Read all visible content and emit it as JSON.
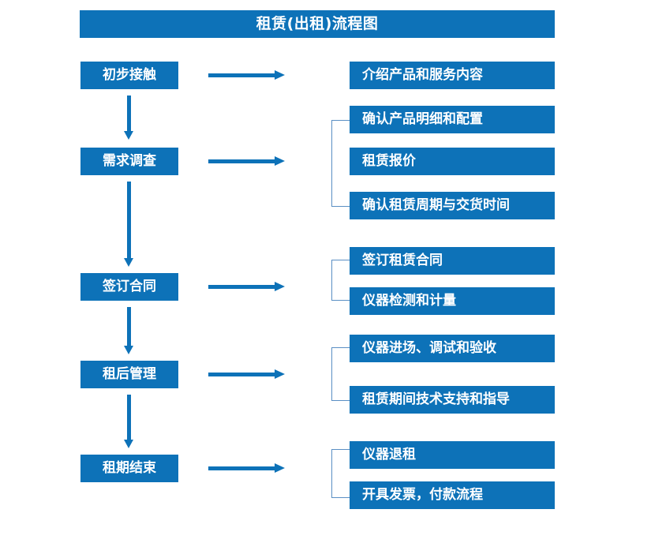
{
  "colors": {
    "brand": "#0d72b8",
    "bracket": "#5a8fc4",
    "text_on_brand": "#ffffff",
    "background": "#ffffff"
  },
  "chart_data": {
    "type": "diagram",
    "diagram_type": "flowchart",
    "title": "租赁(出租)流程图",
    "orientation": "vertical-stages-with-horizontal-detail-branches",
    "stages": [
      {
        "index": 1,
        "label": "初步接触",
        "details": [
          "介绍产品和服务内容"
        ],
        "bracketed": false
      },
      {
        "index": 2,
        "label": "需求调查",
        "details": [
          "确认产品明细和配置",
          "租赁报价",
          "确认租赁周期与交货时间"
        ],
        "bracketed": true
      },
      {
        "index": 3,
        "label": "签订合同",
        "details": [
          "签订租赁合同",
          "仪器检测和计量"
        ],
        "bracketed": true
      },
      {
        "index": 4,
        "label": "租后管理",
        "details": [
          "仪器进场、调试和验收",
          "租赁期间技术支持和指导"
        ],
        "bracketed": true
      },
      {
        "index": 5,
        "label": "租期结束",
        "details": [
          "仪器退租",
          "开具发票，付款流程"
        ],
        "bracketed": true
      }
    ]
  },
  "header": {
    "title": "租赁(出租)流程图"
  },
  "stages": [
    {
      "label": "初步接触"
    },
    {
      "label": "需求调查"
    },
    {
      "label": "签订合同"
    },
    {
      "label": "租后管理"
    },
    {
      "label": "租期结束"
    }
  ],
  "details": [
    {
      "label": "介绍产品和服务内容"
    },
    {
      "label": "确认产品明细和配置"
    },
    {
      "label": "租赁报价"
    },
    {
      "label": "确认租赁周期与交货时间"
    },
    {
      "label": "签订租赁合同"
    },
    {
      "label": "仪器检测和计量"
    },
    {
      "label": "仪器进场、调试和验收"
    },
    {
      "label": "租赁期间技术支持和指导"
    },
    {
      "label": "仪器退租"
    },
    {
      "label": "开具发票，付款流程"
    }
  ]
}
